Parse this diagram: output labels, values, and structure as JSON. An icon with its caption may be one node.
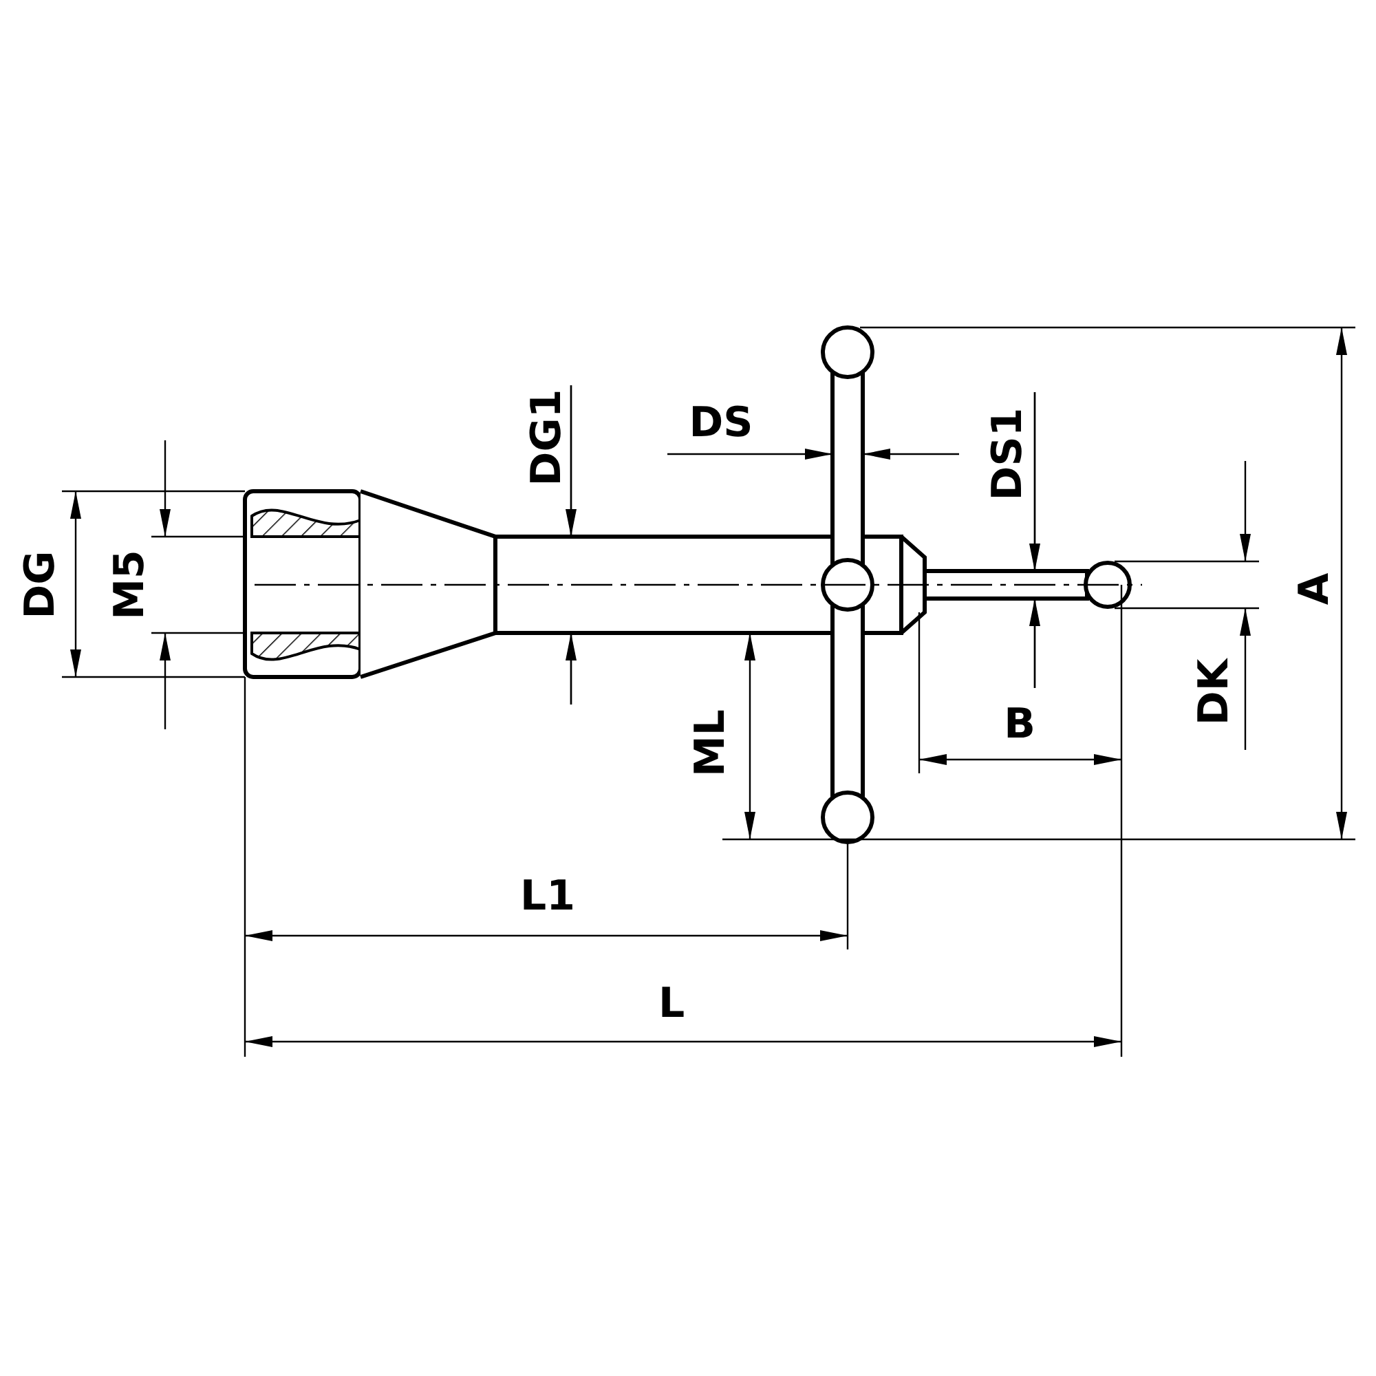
{
  "diagram": {
    "labels": [
      "DG1",
      "DS",
      "DS1",
      "DG",
      "M5",
      "A",
      "DK",
      "ML",
      "B",
      "L1",
      "L"
    ]
  }
}
